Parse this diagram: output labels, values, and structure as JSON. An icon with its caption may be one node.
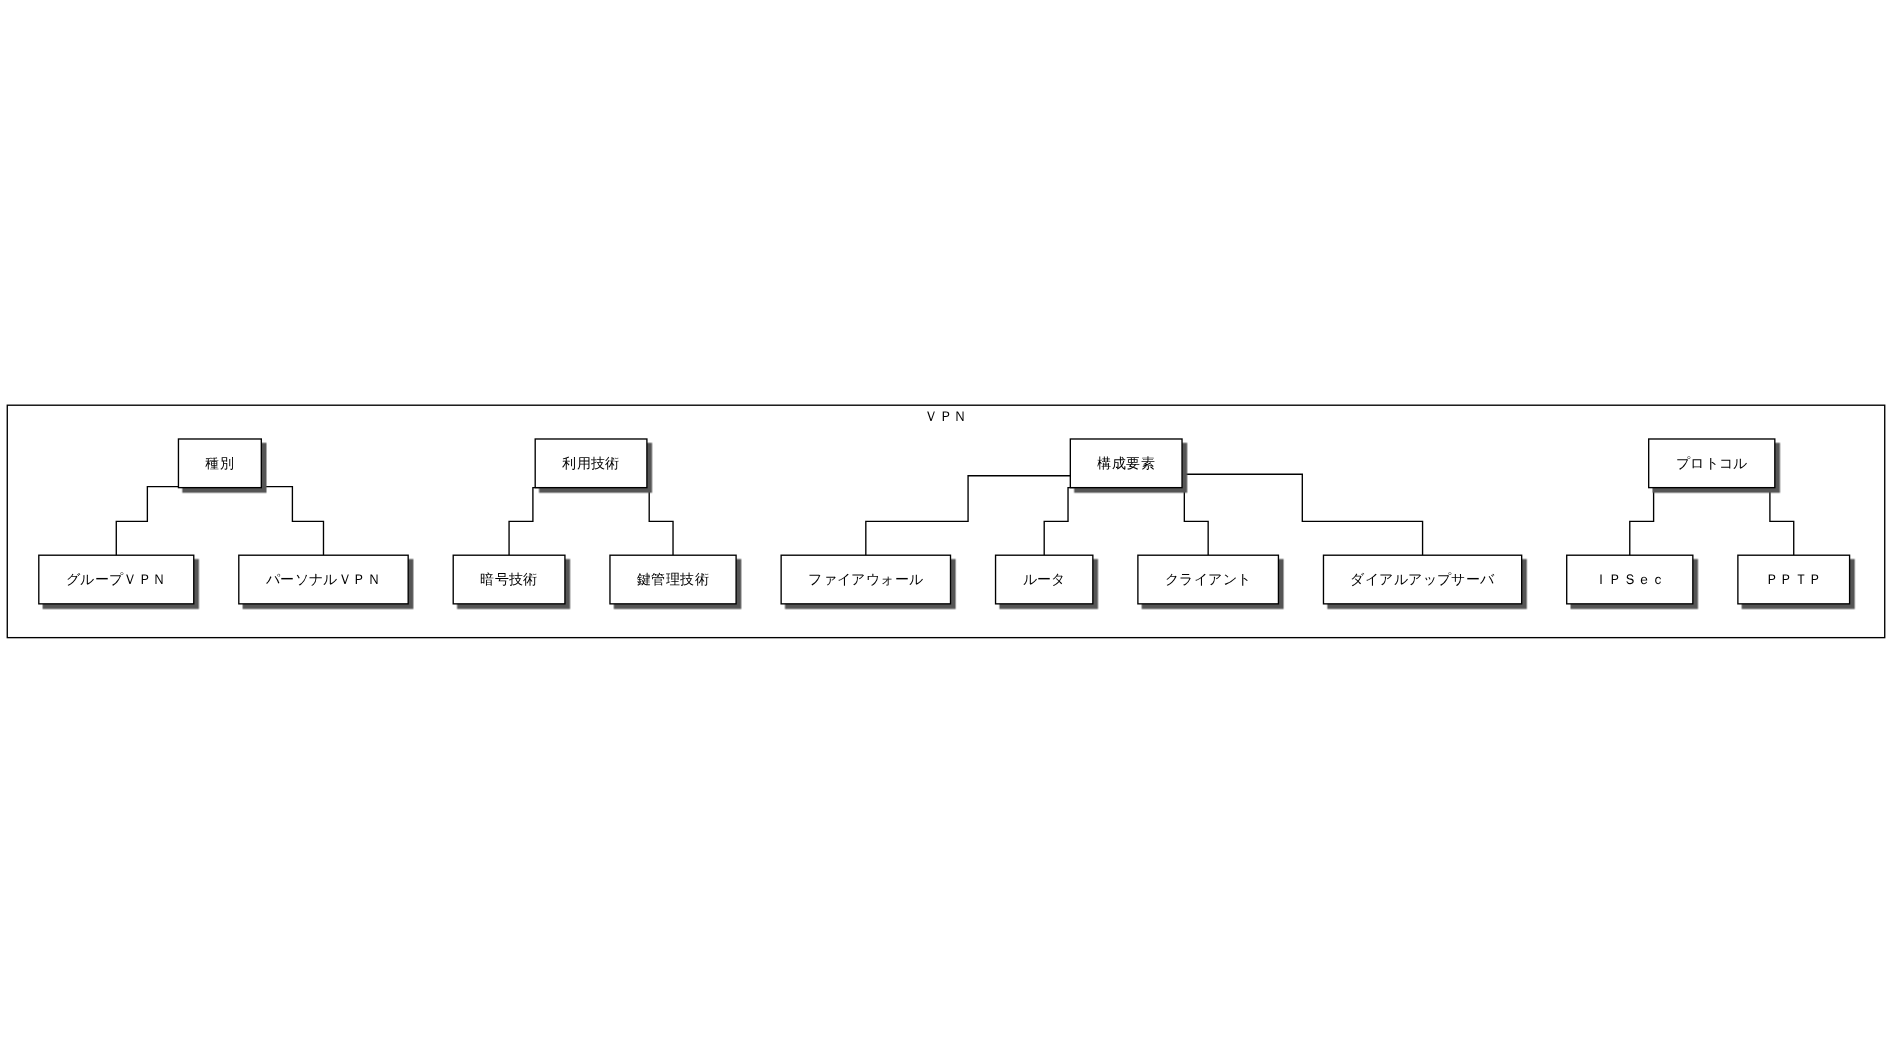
{
  "diagram": {
    "nodes": [
      {
        "text": [
          "ＶＰＮ"
        ]
      },
      {
        "text": [
          "種別"
        ],
        "in": 0
      },
      {
        "text": [
          "グループＶＰＮ"
        ],
        "in": 0
      },
      {
        "text": [
          "パーソナルＶＰＮ"
        ],
        "in": 0
      },
      {
        "text": [
          "利用技術"
        ],
        "in": 0
      },
      {
        "text": [
          "暗号技術"
        ],
        "in": 0
      },
      {
        "text": [
          "鍵管理技術"
        ],
        "in": 0
      },
      {
        "text": [
          "構成要素"
        ],
        "in": 0
      },
      {
        "text": [
          "ファイアウォール"
        ],
        "in": 0
      },
      {
        "text": [
          "ルータ"
        ],
        "in": 0
      },
      {
        "text": [
          "クライアント"
        ],
        "in": 0
      },
      {
        "text": [
          "ダイアルアップサーバ"
        ],
        "in": 0
      },
      {
        "text": [
          "プロトコル"
        ],
        "in": 0
      },
      {
        "text": [
          "ＩＰＳｅｃ"
        ],
        "in": 0
      },
      {
        "text": [
          "ＰＰＴＰ"
        ],
        "in": 0
      }
    ],
    "edges": [
      {
        "from": 1,
        "to": 2,
        "arrow": "none"
      },
      {
        "from": 1,
        "to": 3,
        "arrow": "none"
      },
      {
        "from": 4,
        "to": 5,
        "arrow": "none"
      },
      {
        "from": 4,
        "to": 6,
        "arrow": "none"
      },
      {
        "from": 7,
        "to": 8,
        "arrow": "none"
      },
      {
        "from": 7,
        "to": 9,
        "arrow": "none"
      },
      {
        "from": 7,
        "to": 10,
        "arrow": "none"
      },
      {
        "from": 7,
        "to": 11,
        "arrow": "none"
      },
      {
        "from": 12,
        "to": 13,
        "arrow": "none"
      },
      {
        "from": 12,
        "to": 14,
        "arrow": "none"
      }
    ]
  }
}
